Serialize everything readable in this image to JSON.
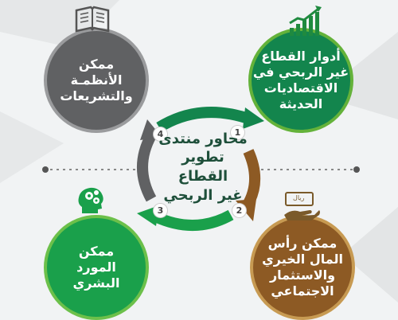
{
  "center": {
    "lines": [
      "محاور منتدى",
      "تطوير القطاع",
      "غير الربحي"
    ]
  },
  "nodes": [
    {
      "number": "1",
      "lines": [
        "أدوار القطاع",
        "غير الربحي في",
        "الاقتصاديات",
        "الحديثة"
      ],
      "color": "#13854d",
      "icon": "growth-chart-icon"
    },
    {
      "number": "2",
      "lines": [
        "ممكن رأس",
        "المال الخيري",
        "والاستثمار",
        "الاجتماعي"
      ],
      "color": "#8d5a24",
      "icon": "money-hand-icon"
    },
    {
      "number": "3",
      "lines": [
        "ممكن",
        "المورد",
        "البشري"
      ],
      "color": "#1aa04b",
      "icon": "head-gears-icon"
    },
    {
      "number": "4",
      "lines": [
        "ممكن",
        "الأنظمـة",
        "والتشريعات"
      ],
      "color": "#606163",
      "icon": "open-book-icon"
    }
  ],
  "money_icon_text": "ريال",
  "colors": {
    "cycle_green": "#13854d",
    "cycle_brown": "#8d5a24",
    "cycle_gray": "#606163",
    "center_text": "#1e4f3a"
  }
}
